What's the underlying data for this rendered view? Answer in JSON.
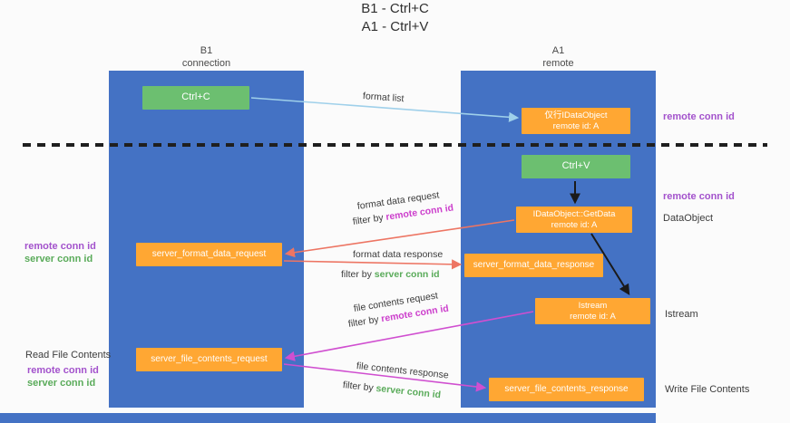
{
  "title": {
    "line1": "B1 - Ctrl+C",
    "line2": "A1 - Ctrl+V"
  },
  "lanes": {
    "left": {
      "title": "B1",
      "subtitle": "connection"
    },
    "right": {
      "title": "A1",
      "subtitle": "remote"
    }
  },
  "nodes": {
    "ctrl_c": {
      "label": "Ctrl+C"
    },
    "ctrl_v": {
      "label": "Ctrl+V"
    },
    "clipboard_object": {
      "line1": "仅行IDataObject",
      "line2": "remote id: A"
    },
    "getdata": {
      "line1": "IDataObject::GetData",
      "line2": "remote id: A"
    },
    "istream": {
      "line1": "Istream",
      "line2": "remote id: A"
    },
    "server_format_data_request": {
      "label": "server_format_data_request"
    },
    "server_format_data_response": {
      "label": "server_format_data_response"
    },
    "server_file_contents_request": {
      "label": "server_file_contents_request"
    },
    "server_file_contents_response": {
      "label": "server_file_contents_response"
    }
  },
  "annotations": {
    "remote_conn_id_top_right": "remote conn id",
    "remote_conn_id_mid_right": "remote conn id",
    "dataobject": "DataObject",
    "istream_side": "Istream",
    "write_file_contents": "Write File Contents",
    "read_file_contents": "Read File Contents",
    "left_remote_conn_id_1": "remote conn id",
    "left_server_conn_id_1": "server conn id",
    "left_remote_conn_id_2": "remote conn id",
    "left_server_conn_id_2": "server conn id"
  },
  "flow_labels": {
    "format_list": "format list",
    "format_data_request": "format data request",
    "format_data_response": "format data response",
    "file_contents_request": "file contents request",
    "file_contents_response": "file contents response",
    "filter_by": "filter by ",
    "remote_conn_id": "remote conn id",
    "server_conn_id": "server conn id"
  },
  "colors": {
    "lane_blue": "#4472C4",
    "box_green": "#6CBF70",
    "box_orange": "#FFA733",
    "purple_text": "#A352CC",
    "magenta_text": "#CC3FCC",
    "green_text": "#5AAB5A",
    "arrow_blue": "#9FD0EA",
    "arrow_red": "#ED7563",
    "arrow_magenta": "#D04FD0",
    "arrow_black": "#1a1a1a"
  }
}
